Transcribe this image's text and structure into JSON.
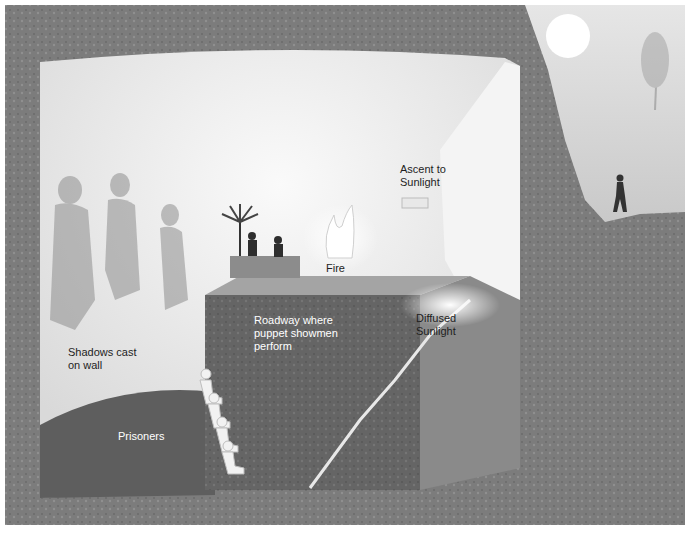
{
  "diagram": {
    "labels": [
      "Ascent to Sunlight",
      "Fire",
      "Diffused Sunlight",
      "Roadway where puppet showmen perform",
      "Shadows cast on wall",
      "Prisoners"
    ]
  }
}
